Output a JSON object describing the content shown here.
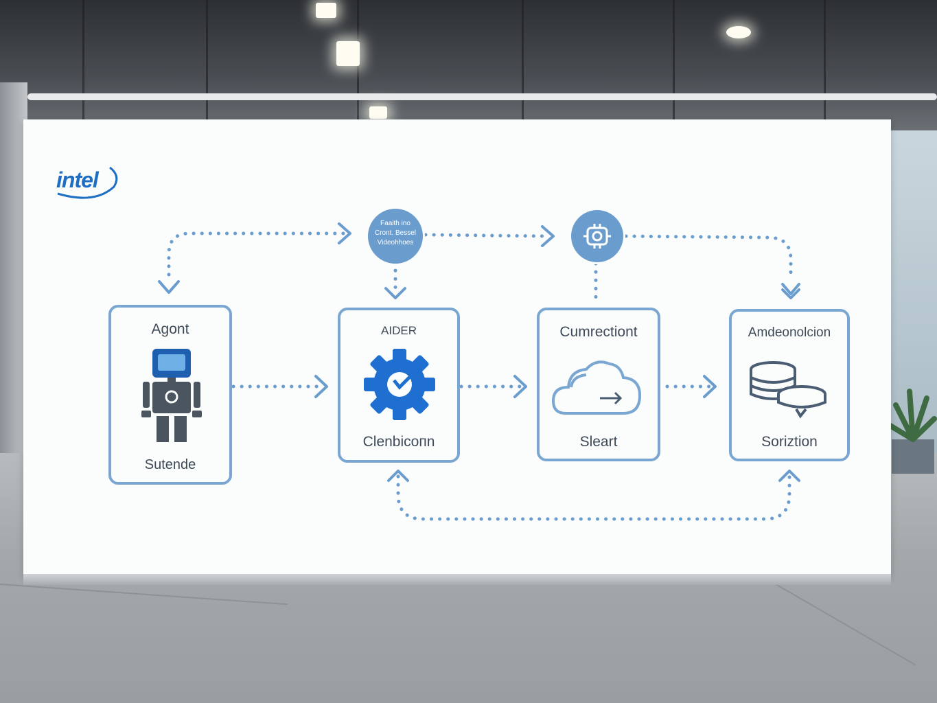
{
  "logo": {
    "text": "intel",
    "color": "#1e6fc4"
  },
  "colors": {
    "flow": "#6a9ccd",
    "box_border": "#7aa6d2",
    "text": "#3e4a57",
    "gear": "#1e6fd0"
  },
  "boxes": [
    {
      "id": "agent",
      "title": "Agont",
      "caption": "Sutende",
      "icon": "robot-icon"
    },
    {
      "id": "aider",
      "title": "AIDER",
      "caption": "Clenbicoпn",
      "icon": "gear-icon"
    },
    {
      "id": "connection",
      "title": "Cumrectiont",
      "caption": "Sleart",
      "icon": "cloud-icon"
    },
    {
      "id": "amde",
      "title": "Amdeonolcion",
      "caption": "Soriztion",
      "icon": "database-icon"
    }
  ],
  "nodes": [
    {
      "id": "top-left-node",
      "lines": [
        "Faaith ino",
        "Cront. Bessel",
        "Videohhoes"
      ]
    },
    {
      "id": "top-right-node",
      "icon": "component-icon"
    }
  ]
}
